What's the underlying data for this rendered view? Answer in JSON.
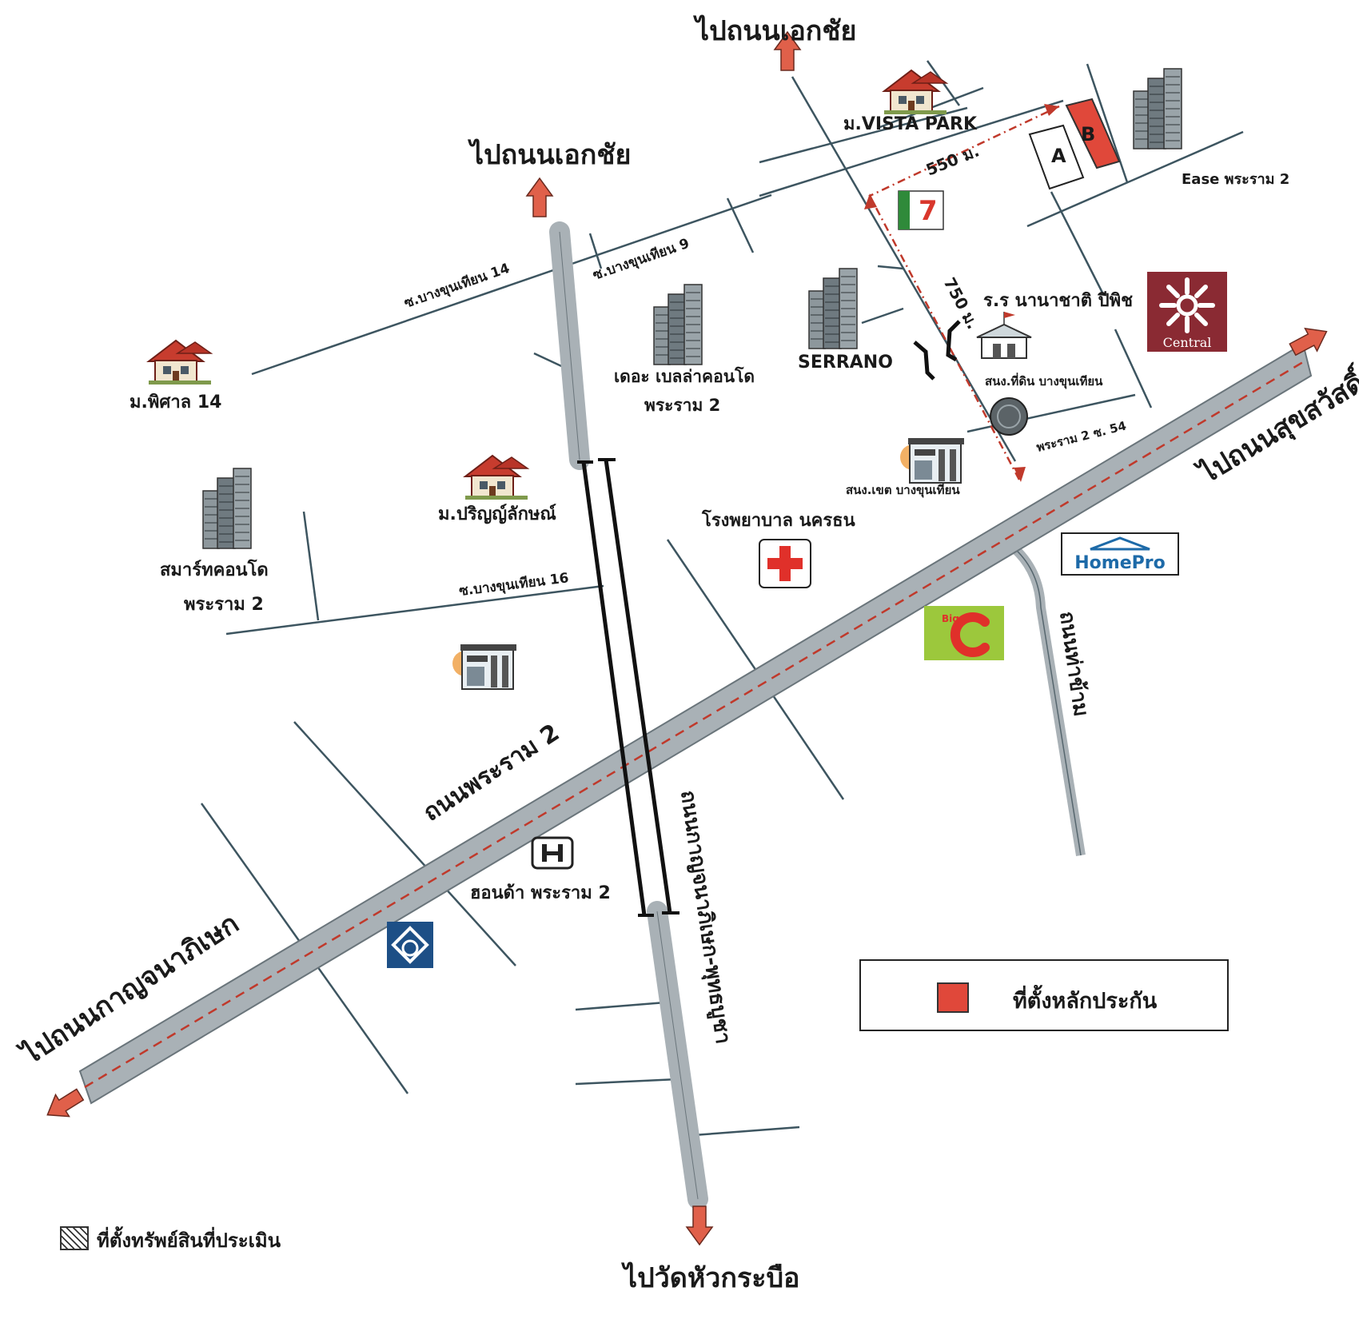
{
  "map": {
    "directions": {
      "north_left": "ไปถนนเอกชัย",
      "north_right": "ไปถนนเอกชัย",
      "south": "ไปวัดหัวกระบือ",
      "east": "ไปถนนสุขสวัสดิ์",
      "west": "ไปถนนกาญจนาภิเษก"
    },
    "roads": {
      "rama2": "ถนนพระราม 2",
      "kanchana": "ถนนกาญจนาภิเษก-พุทธบูชา",
      "tha_kham": "ถนนท่าข้าม",
      "soi14": "ซ.บางขุนเทียน 14",
      "soi9": "ซ.บางขุนเทียน 9",
      "soi16": "ซ.บางขุนเทียน 16",
      "rama2_soi54": "พระราม 2 ซ. 54"
    },
    "places": {
      "vista_park": "ม.VISTA PARK",
      "ease": "Ease พระราม 2",
      "phisan": "ม.พิศาล 14",
      "bella": "เดอะ เบลล่าคอนโด",
      "bella2": "พระราม 2",
      "serrano": "SERRANO",
      "school": "ร.ร นานาชาติ ปีพิช",
      "land_office": "สนง.ที่ดิน บางขุนเทียน",
      "district_office": "สนง.เขต บางขุนเทียน",
      "parinyalak": "ม.ปริญญ์ลักษณ์",
      "smart_condo": "สมาร์ทคอนโด",
      "smart_condo2": "พระราม 2",
      "hospital": "โรงพยาบาล นครธน",
      "honda": "ฮอนด้า พระราม 2",
      "central": "Central",
      "homepro": "HomePro",
      "bigc": "Big C",
      "seven": "7"
    },
    "distances": {
      "d550": "550 ม.",
      "d750": "750 ม."
    },
    "plots": {
      "a": "A",
      "b": "B"
    },
    "legend": {
      "collateral": "ที่ตั้งหลักประกัน",
      "appraised": "ที่ตั้งทรัพย์สินที่ประเมิน"
    },
    "colors": {
      "road_fill": "#a9b1b6",
      "arrow_red": "#e0604a",
      "marker_red": "#e0483a",
      "central_brown": "#8a2a33",
      "bigc_green": "#9cc83c",
      "bank_blue": "#1d4f86"
    },
    "icons": [
      "arrow-icon",
      "house-icon",
      "tower-icon",
      "seven-eleven-icon",
      "school-icon",
      "land-office-icon",
      "office-icon",
      "hospital-icon",
      "honda-icon",
      "bank-icon",
      "central-logo",
      "homepro-logo",
      "bigc-logo"
    ]
  }
}
